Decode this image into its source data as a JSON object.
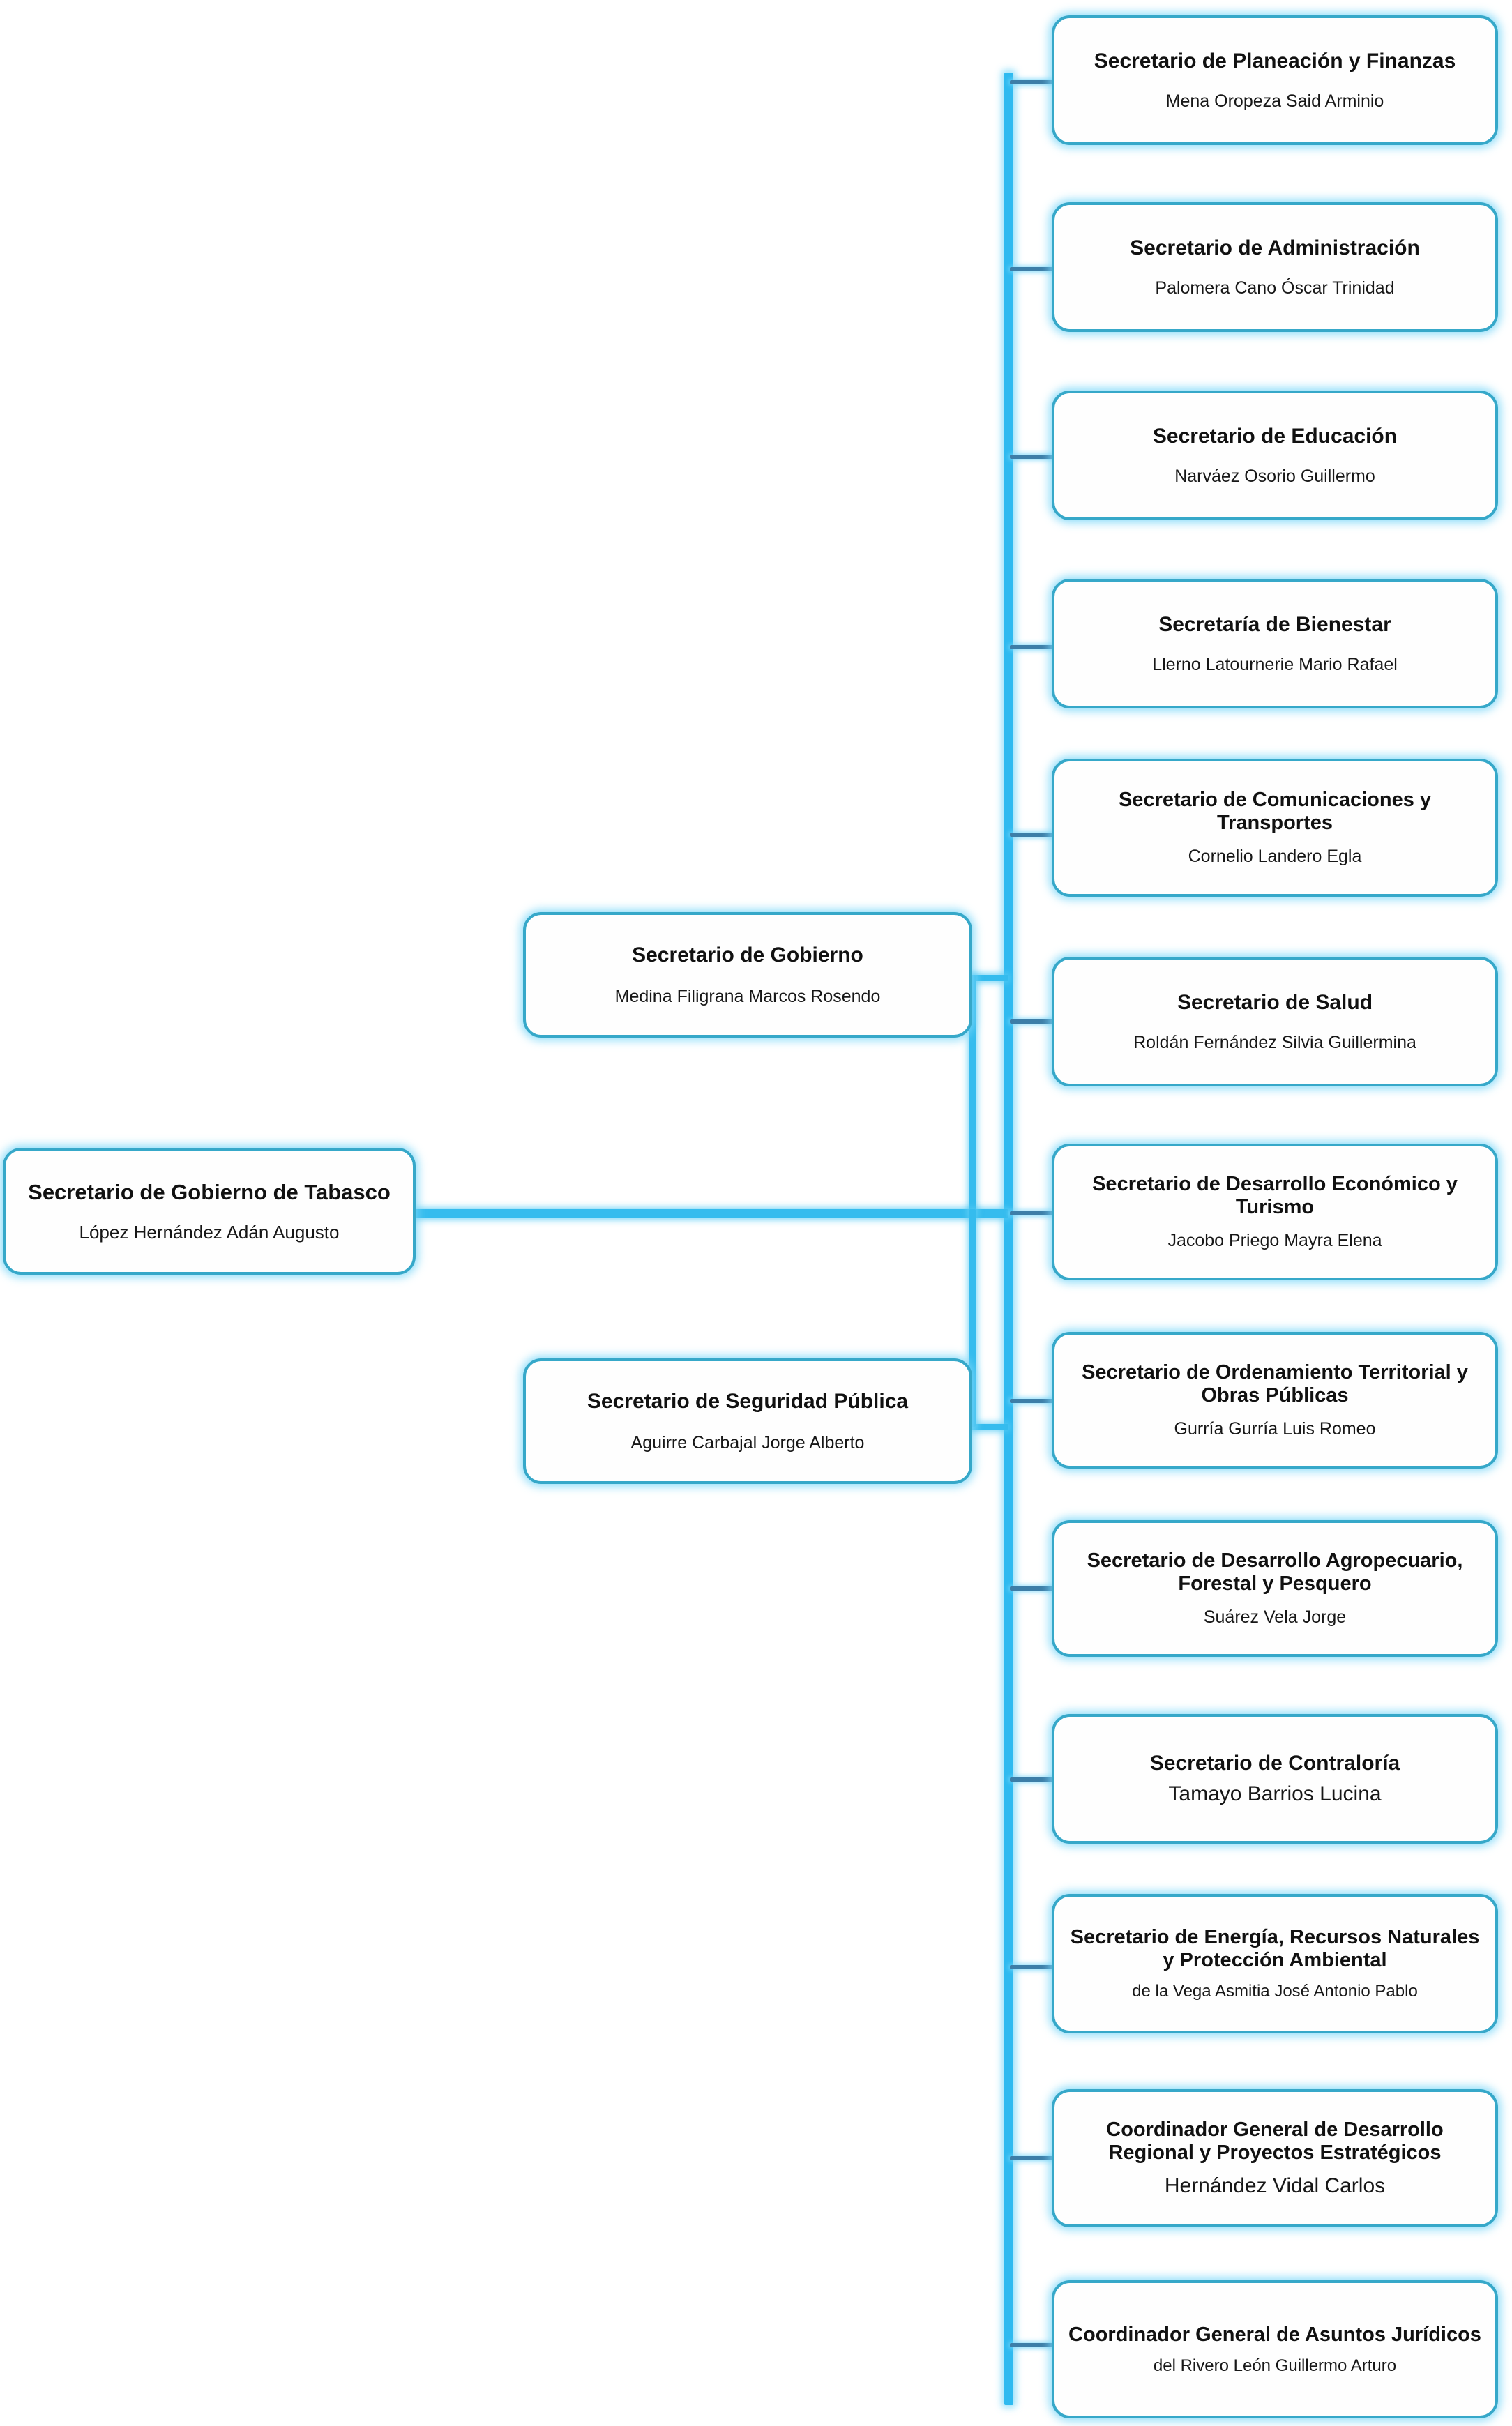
{
  "chart_data": {
    "type": "diagram",
    "diagram_type": "organizational-chart",
    "orientation": "left-to-right",
    "title": "",
    "accent_color": "#35bcee",
    "node_border_color": "#36a8c9",
    "node_fill_color": "#fefefe",
    "text_color": "#111111",
    "root": {
      "title": "Secretario de Gobierno de Tabasco",
      "person": "López Hernández Adán Augusto"
    },
    "children_count": 15,
    "nodes": [
      {
        "id": "planeacion",
        "title": "Secretario de Planeación y Finanzas",
        "person": "Mena Oropeza Said Arminio",
        "column": "right"
      },
      {
        "id": "administracion",
        "title": "Secretario de Administración",
        "person": "Palomera Cano Óscar Trinidad",
        "column": "right"
      },
      {
        "id": "educacion",
        "title": "Secretario de Educación",
        "person": "Narváez Osorio Guillermo",
        "column": "right"
      },
      {
        "id": "bienestar",
        "title": "Secretaría de Bienestar",
        "person": "Llerno Latournerie Mario Rafael",
        "column": "right"
      },
      {
        "id": "comunicaciones",
        "title": "Secretario de Comunicaciones y Transportes",
        "person": "Cornelio Landero Egla",
        "column": "right"
      },
      {
        "id": "gobierno",
        "title": "Secretario de Gobierno",
        "person": "Medina Filigrana Marcos Rosendo",
        "column": "middle"
      },
      {
        "id": "salud",
        "title": "Secretario de Salud",
        "person": "Roldán Fernández Silvia Guillermina",
        "column": "right"
      },
      {
        "id": "economico",
        "title": "Secretario de Desarrollo Económico y Turismo",
        "person": "Jacobo Priego Mayra Elena",
        "column": "right"
      },
      {
        "id": "seguridad",
        "title": "Secretario de Seguridad Pública",
        "person": "Aguirre Carbajal Jorge Alberto",
        "column": "middle"
      },
      {
        "id": "ordenamiento",
        "title": "Secretario de Ordenamiento Territorial y Obras Públicas",
        "person": "Gurría Gurría Luis Romeo",
        "column": "right"
      },
      {
        "id": "agropecuario",
        "title": "Secretario de Desarrollo Agropecuario, Forestal y Pesquero",
        "person": "Suárez Vela Jorge",
        "column": "right"
      },
      {
        "id": "contraloria",
        "title": "Secretario de Contraloría",
        "person": "Tamayo Barrios Lucina",
        "column": "right"
      },
      {
        "id": "energia",
        "title": "Secretario de Energía, Recursos Naturales y Protección Ambiental",
        "person": "de la Vega Asmitia José Antonio Pablo",
        "column": "right"
      },
      {
        "id": "regional",
        "title": "Coordinador General de Desarrollo Regional y Proyectos Estratégicos",
        "person": "Hernández Vidal Carlos",
        "column": "right"
      },
      {
        "id": "juridicos",
        "title": "Coordinador General de Asuntos Jurídicos",
        "person": "del Rivero León Guillermo Arturo",
        "column": "right"
      }
    ]
  }
}
